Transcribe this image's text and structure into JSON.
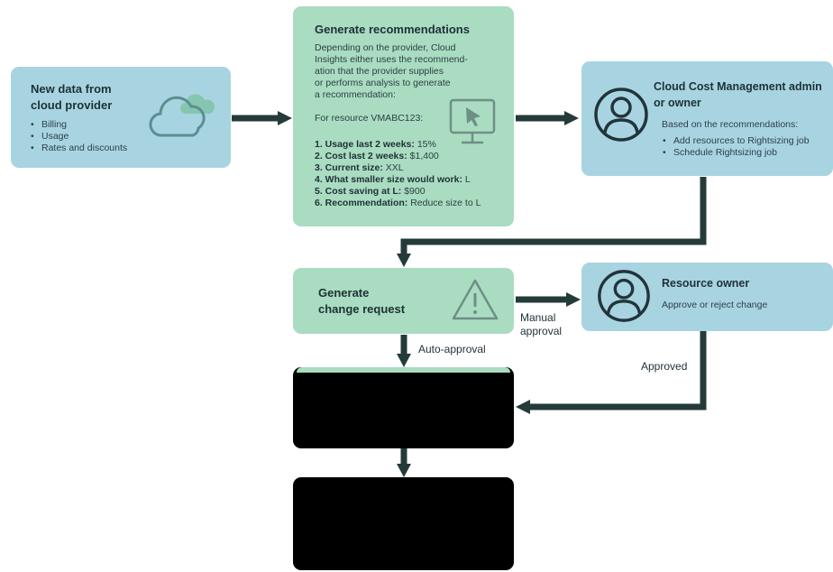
{
  "new_data": {
    "title_line1": "New data from",
    "title_line2": "cloud provider",
    "items": [
      "Billing",
      "Usage",
      "Rates and discounts"
    ]
  },
  "generate": {
    "title": "Generate recommendations",
    "desc_lines": [
      "Depending on the provider, Cloud",
      "Insights either uses the recommend-",
      "ation that the provider supplies",
      "or performs analysis to generate",
      "a recommendation:"
    ],
    "resource_line": "For resource VMABC123:",
    "items": [
      {
        "label": "1. Usage last 2 weeks:",
        "value": " 15%"
      },
      {
        "label": "2. Cost last 2 weeks:",
        "value": " $1,400"
      },
      {
        "label": "3. Current size:",
        "value": " XXL"
      },
      {
        "label": "4. What smaller size would work:",
        "value": " L"
      },
      {
        "label": "5. Cost saving at L:",
        "value": " $900"
      },
      {
        "label": "6. Recommendation:",
        "value": " Reduce size to L"
      }
    ]
  },
  "admin": {
    "title_line1": "Cloud Cost Management admin",
    "title_line2": "or owner",
    "subtitle": "Based on the recommendations:",
    "items": [
      "Add resources to Rightsizing job",
      "Schedule Rightsizing job"
    ]
  },
  "change": {
    "title_line1": "Generate",
    "title_line2": "change request"
  },
  "owner": {
    "title": "Resource owner",
    "desc": "Approve or reject change"
  },
  "labels": {
    "manual_line1": "Manual",
    "manual_line2": "approval",
    "auto": "Auto-approval",
    "approved": "Approved"
  },
  "colors": {
    "blue_box": "#a8d4e2",
    "green_box": "#a9dcc1",
    "arrow": "#243b3a",
    "icon": "#22343a"
  }
}
